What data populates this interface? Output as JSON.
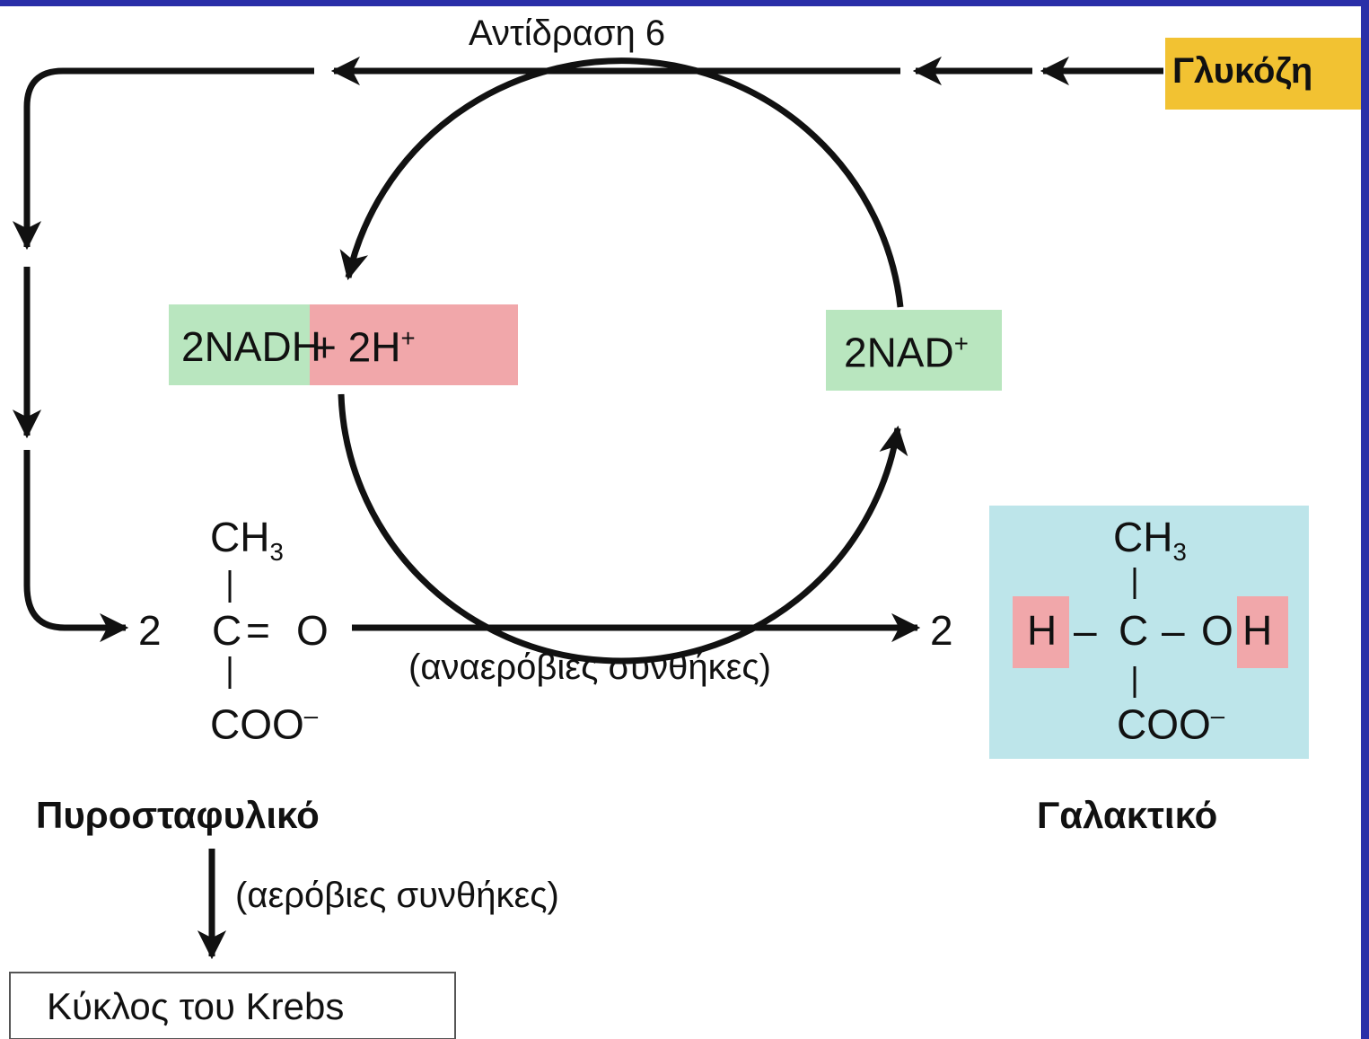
{
  "colors": {
    "frame": "#2a2fa8",
    "glucose_box": "#f2c232",
    "green_box": "#b9e6bf",
    "pink_box": "#f1a7aa",
    "lactate_box": "#bde5ea"
  },
  "labels": {
    "reaction": "Αντίδραση 6",
    "glucose": "Γλυκόζη",
    "nadh_left": "2NADH",
    "nadh_plus": "+ 2H",
    "nadh_plus_charge": "+",
    "nad": "2NAD",
    "nad_charge": "+",
    "anaerobic": "(αναερόβιες συνθήκες)",
    "aerobic": "(αερόβιες συνθήκες)",
    "pyruvate": "Πυροσταφυλικό",
    "lactate": "Γαλακτικό",
    "krebs": "Κύκλος του Krebs"
  },
  "pyruvate_formula": {
    "coef": "2",
    "ch": "CH",
    "ch_sub": "3",
    "c": "C",
    "double_bond": "=",
    "o": "O",
    "coo": "COO",
    "coo_charge": "–"
  },
  "lactate_formula": {
    "coef": "2",
    "h": "H",
    "bond_left": "–",
    "c": "C",
    "bond_right": "–",
    "o": "O",
    "h2": "H",
    "ch": "CH",
    "ch_sub": "3",
    "coo": "COO",
    "coo_charge": "–"
  }
}
